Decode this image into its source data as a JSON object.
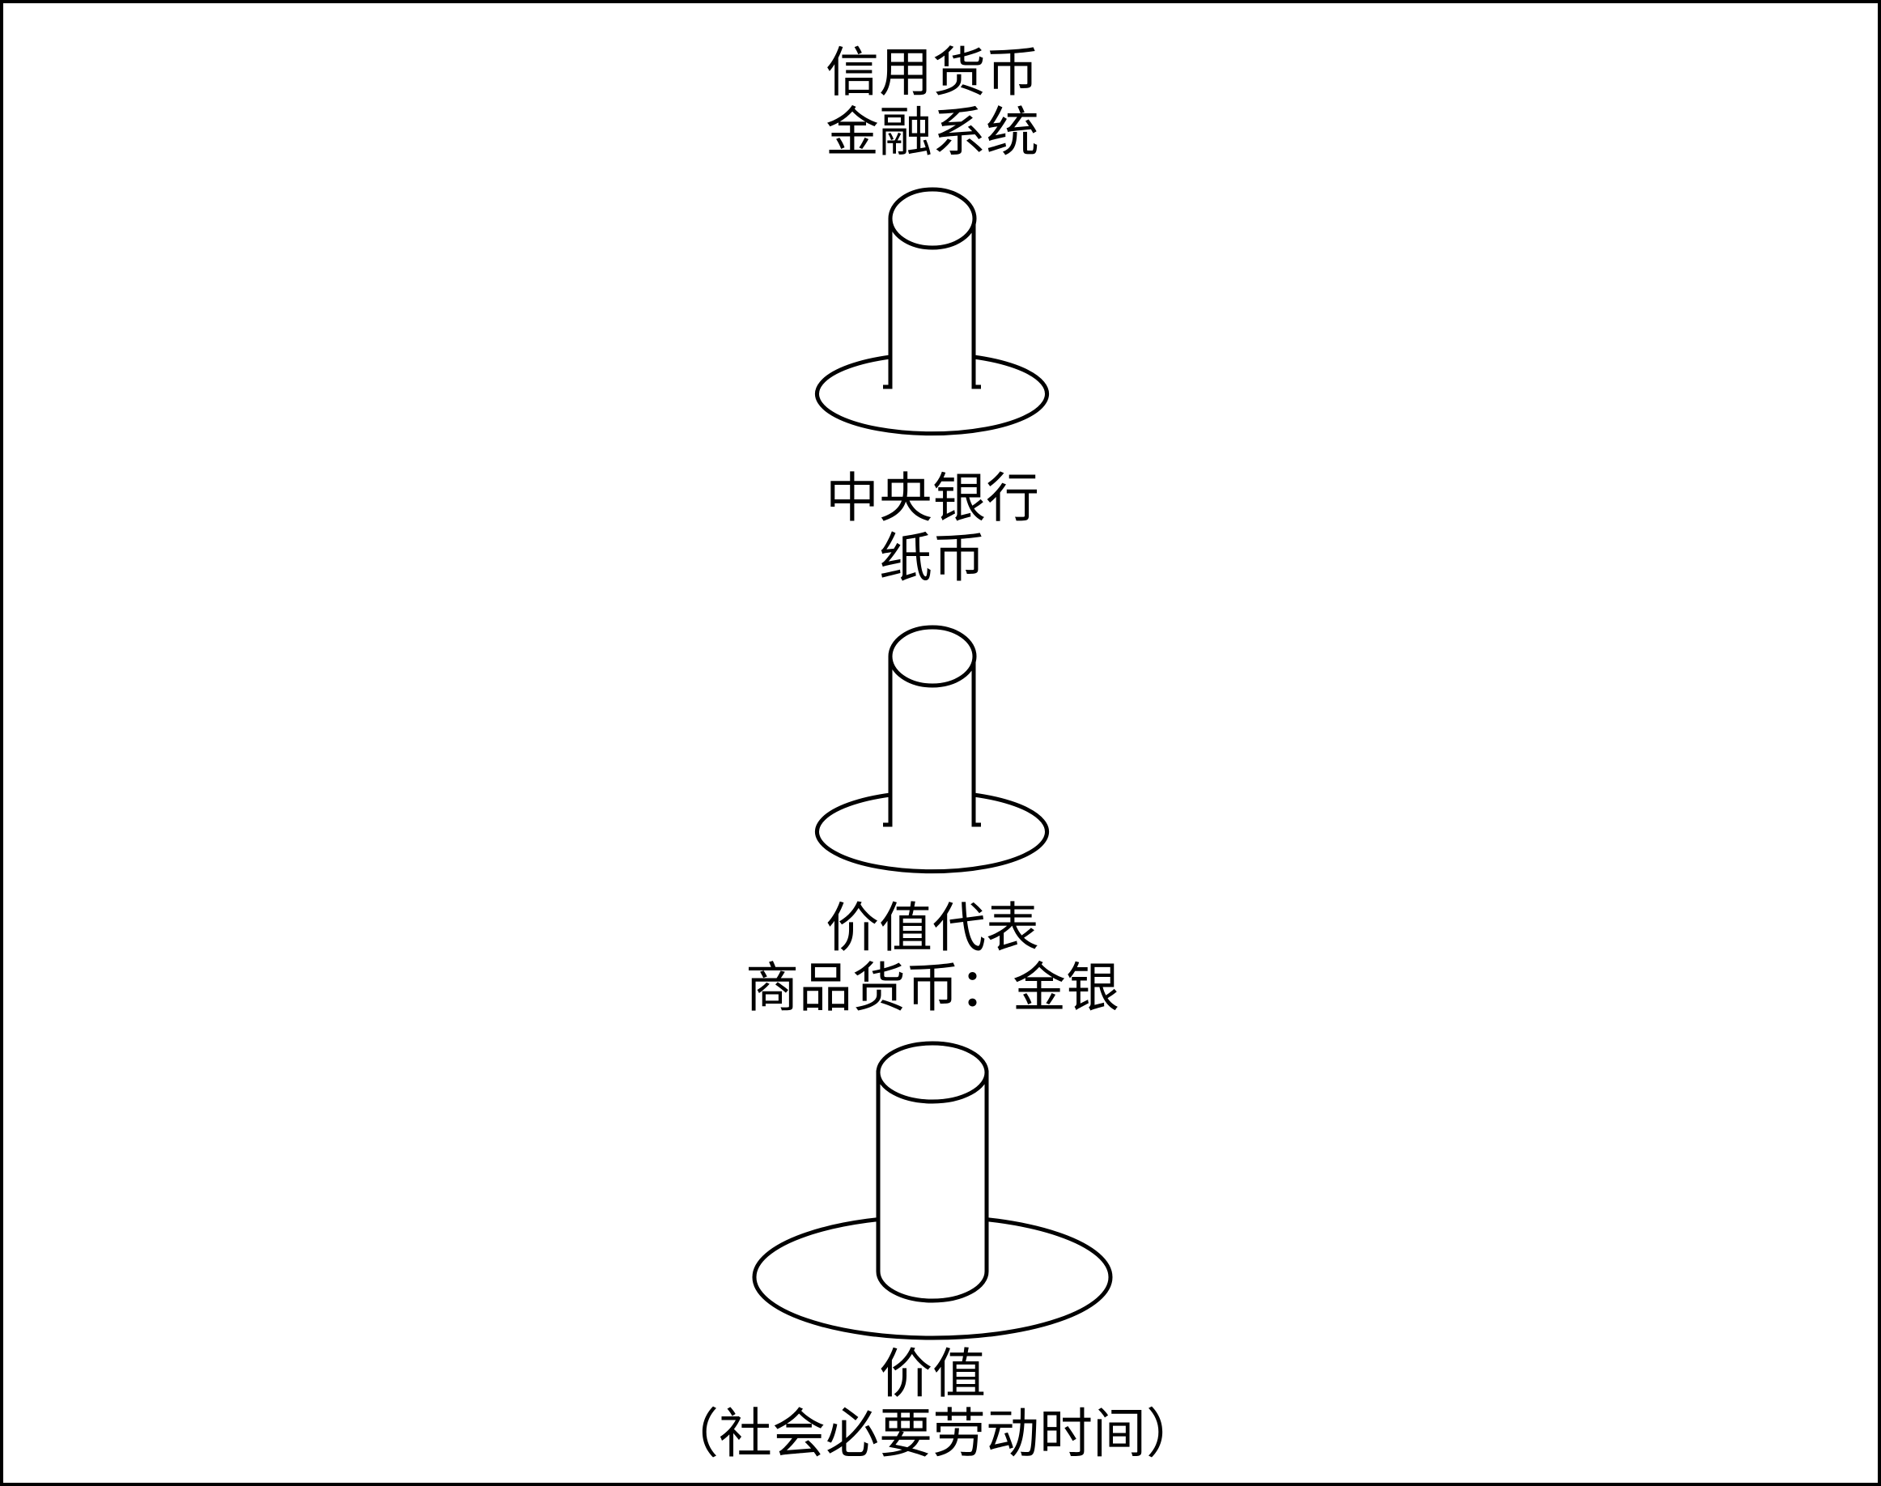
{
  "levels": [
    {
      "line1": "信用货币",
      "line2": "金融系统"
    },
    {
      "line1": "中央银行",
      "line2": "纸币"
    },
    {
      "line1": "价值代表",
      "line2": "商品货币：金银"
    },
    {
      "line1": "价值",
      "line2": "（社会必要劳动时间）"
    }
  ],
  "colors": {
    "stroke": "#000000",
    "background": "#ffffff"
  }
}
